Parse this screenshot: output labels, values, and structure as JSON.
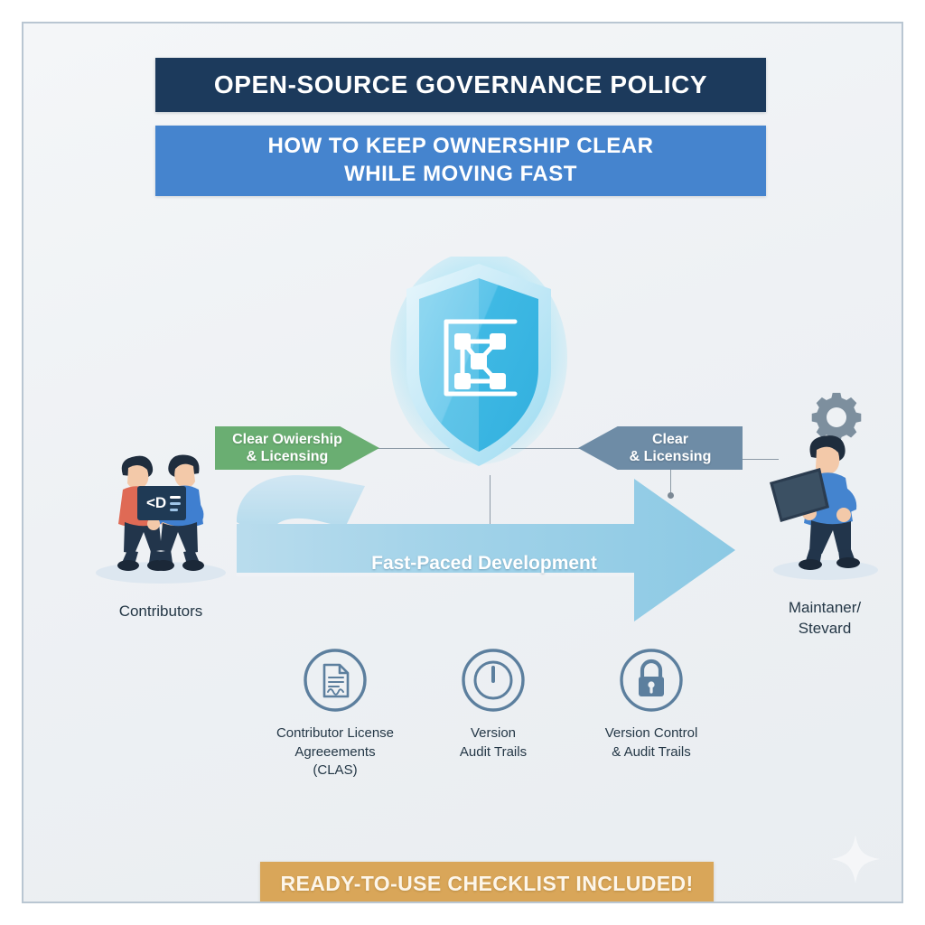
{
  "poster": {
    "title": "OPEN-SOURCE GOVERNANCE POLICY",
    "subtitle_line1": "HOW TO KEEP OWNERSHIP CLEAR",
    "subtitle_line2": "WHILE MOVING FAST",
    "footer_banner": "READY-TO-USE CHECKLIST INCLUDED!"
  },
  "colors": {
    "title_bar": "#1c3a5c",
    "subtitle_bar": "#4584ce",
    "footer_banner": "#d9a659",
    "left_tag": "#6aae72",
    "right_tag": "#6e8ca6",
    "flow_arrow": "#9ed1e8",
    "shield": "#4cc0e8",
    "icon_stroke": "#5c7f9e",
    "background": "#eef1f4",
    "frame_border": "#b9c6d2"
  },
  "center": {
    "shield_icon": "shield-network-icon"
  },
  "tags": {
    "left": {
      "line1": "Clear Owiership",
      "line2": "& Licensing",
      "direction": "right"
    },
    "right": {
      "line1": "Clear",
      "line2": "& Licensing",
      "direction": "left"
    }
  },
  "flow": {
    "label": "Fast-Paced Development"
  },
  "figures": [
    {
      "id": "contributors",
      "label": "Contributors",
      "icon": "two-people-handing-code-icon"
    },
    {
      "id": "maintainer",
      "label_line1": "Maintaner/",
      "label_line2": "Stevard",
      "icon": "person-with-tablet-and-gear-icon"
    }
  ],
  "icons": [
    {
      "id": "cla",
      "icon": "document-signature-icon",
      "caption_line1": "Contributor License",
      "caption_line2": "Agreeements",
      "caption_line3": "(CLAS)"
    },
    {
      "id": "version",
      "icon": "clock-icon",
      "caption_line1": "Version",
      "caption_line2": "Audit Trails",
      "caption_line3": ""
    },
    {
      "id": "version-control",
      "icon": "lock-icon",
      "caption_line1": "Version Control",
      "caption_line2": "& Audit Trails",
      "caption_line3": ""
    }
  ]
}
